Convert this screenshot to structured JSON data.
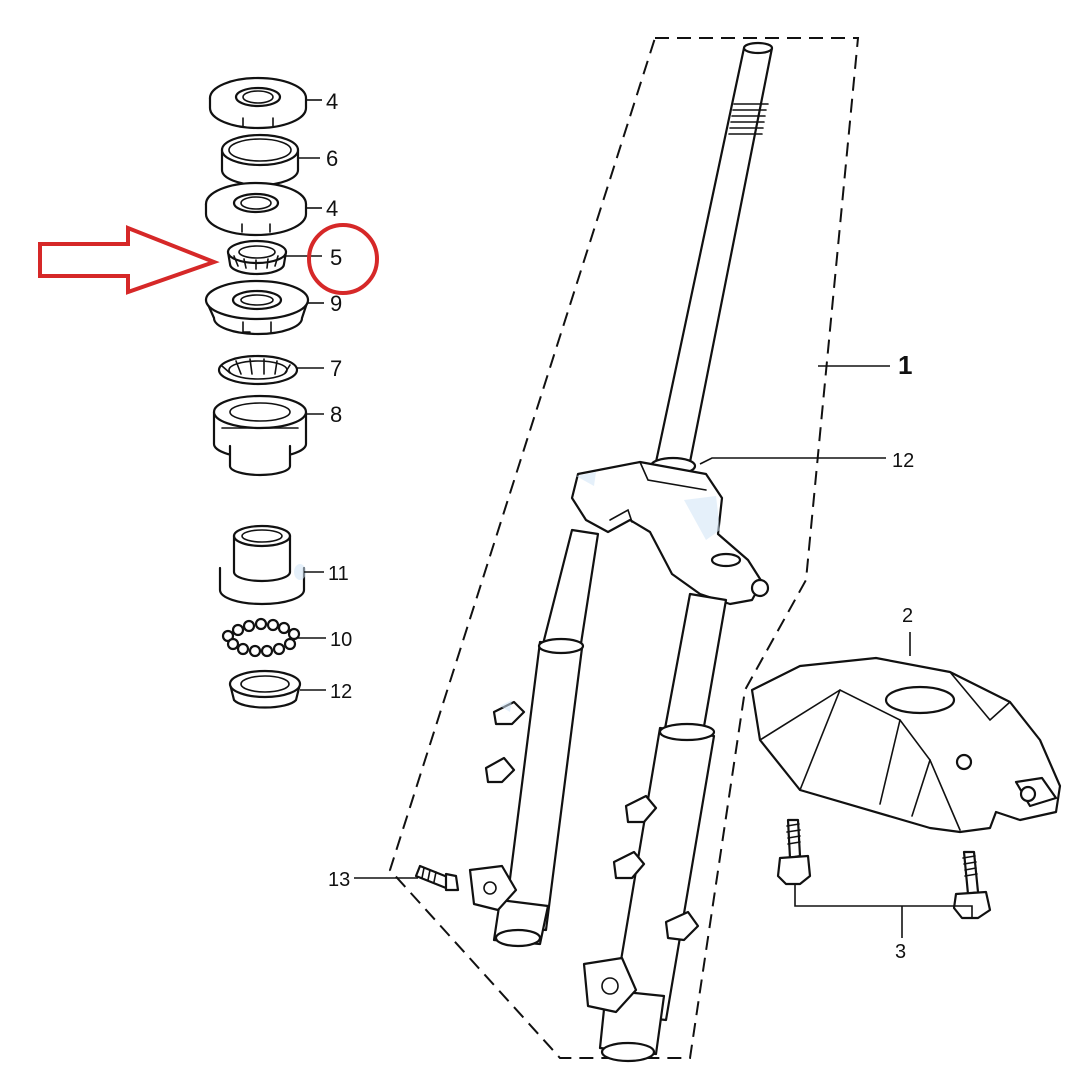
{
  "callouts": {
    "c1": "1",
    "c2": "2",
    "c3": "3",
    "c4a": "4",
    "c4b": "4",
    "c5": "5",
    "c6": "6",
    "c7": "7",
    "c8": "8",
    "c9": "9",
    "c10": "10",
    "c11": "11",
    "c12a": "12",
    "c12b": "12",
    "c13": "13"
  },
  "highlight": {
    "target_callout": "5",
    "arrow_color": "#d62828",
    "circle_color": "#d62828"
  }
}
